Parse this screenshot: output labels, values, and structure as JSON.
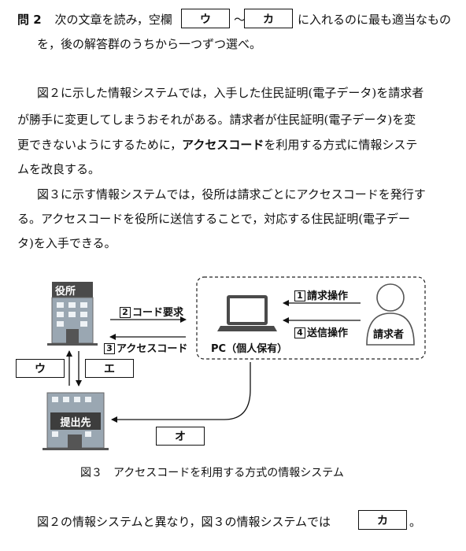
{
  "question": {
    "number": "問 2",
    "intro_a": "次の文章を読み，空欄",
    "blank_u": "ウ",
    "tilde": "～",
    "blank_ka": "カ",
    "intro_b": "に入れるのに最も適当なもの",
    "intro_line2": "を，後の解答群のうちから一つずつ選べ。"
  },
  "paragraph1": {
    "line1": "図２に示した情報システムでは，入手した住民証明(電子データ)を請求者",
    "line2": "が勝手に変更してしまうおそれがある。請求者が住民証明(電子データ)を変",
    "line3_a": "更できないようにするために，",
    "line3_keyword": "アクセスコード",
    "line3_b": "を利用する方式に情報システ",
    "line4": "ムを改良する。"
  },
  "paragraph2": {
    "line1": "図３に示す情報システムでは，役所は請求ごとにアクセスコードを発行す",
    "line2": "る。アクセスコードを役所に送信することで，対応する住民証明(電子デー",
    "line3": "タ)を入手できる。"
  },
  "diagram": {
    "office_label": "役所",
    "step2_num": "2",
    "step2_label": "コード要求",
    "step3_num": "3",
    "step3_label": "アクセスコード",
    "step1_num": "1",
    "step1_label": "請求操作",
    "step4_num": "4",
    "step4_label": "送信操作",
    "requester_label": "請求者",
    "pc_label": "PC（個人保有）",
    "blank_u": "ウ",
    "blank_e": "エ",
    "blank_o": "オ",
    "destination_label": "提出先"
  },
  "figure_caption": "図３　アクセスコードを利用する方式の情報システム",
  "conclusion": {
    "text_a": "図２の情報システムと異なり，図３の情報システムでは",
    "blank_ka": "カ",
    "text_b": "。"
  }
}
